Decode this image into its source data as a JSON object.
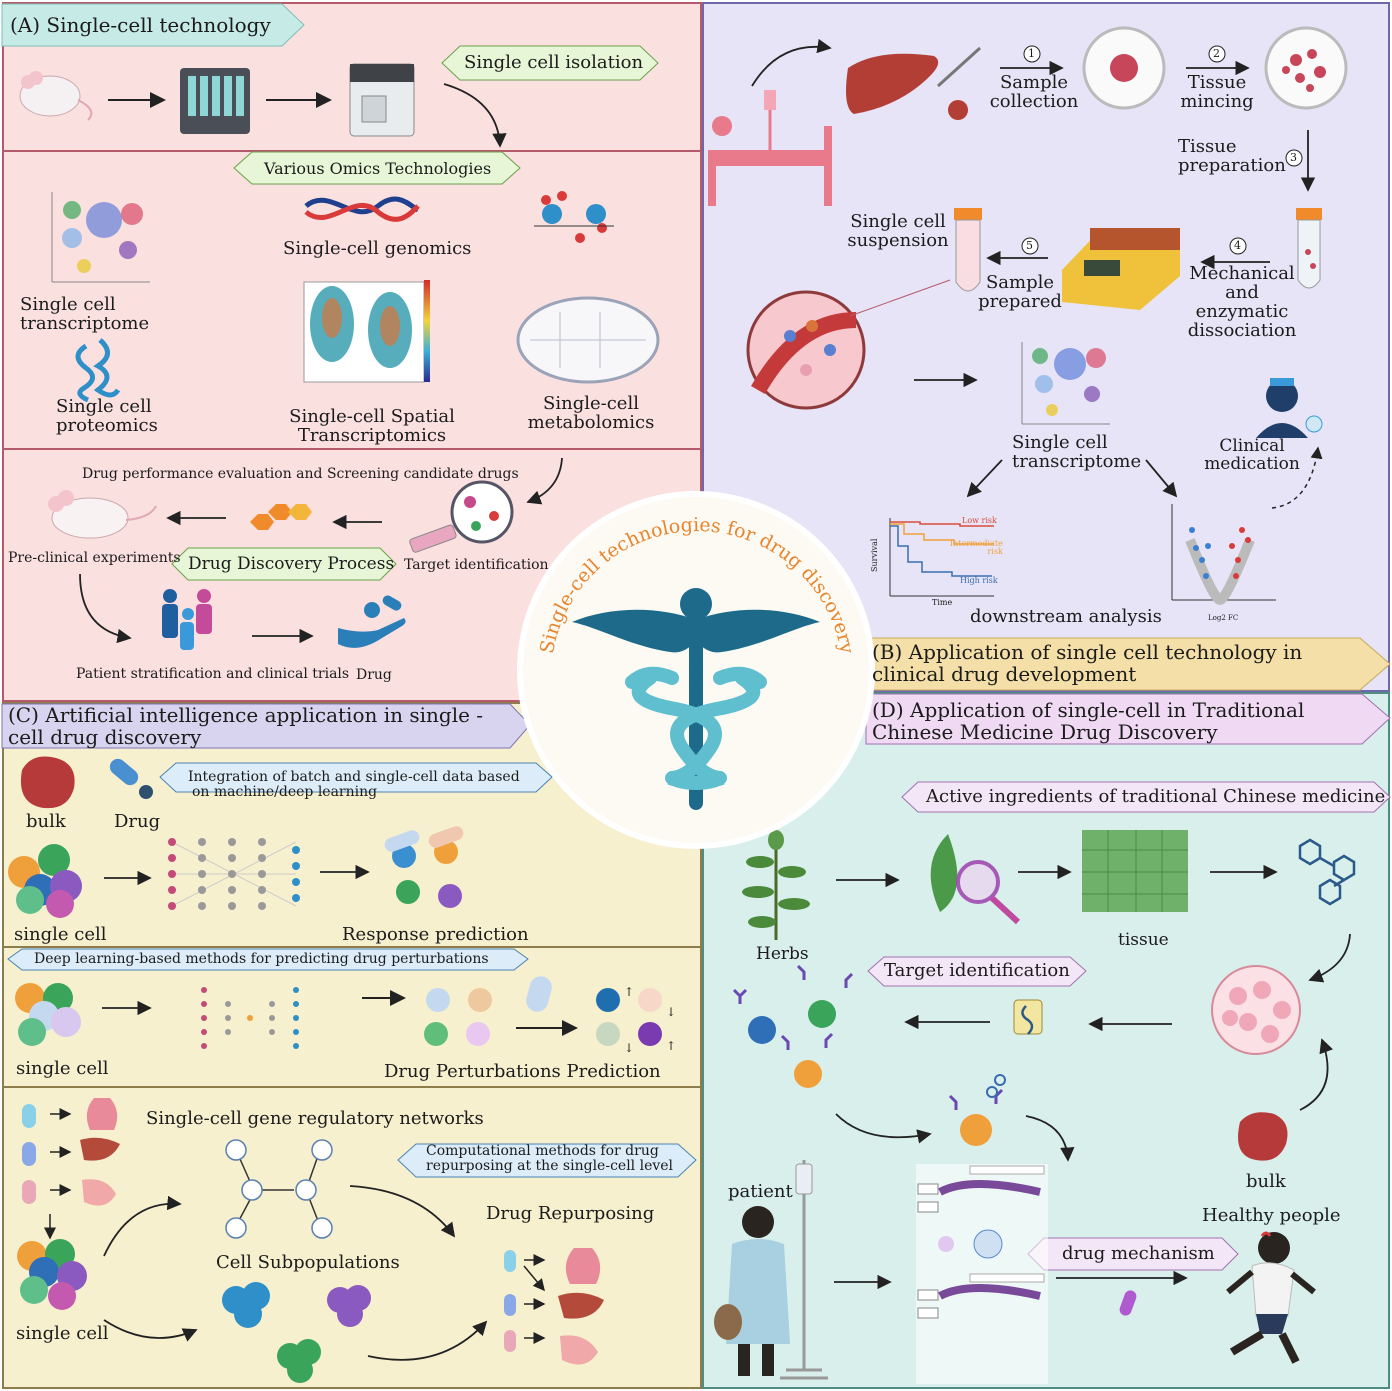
{
  "center": {
    "title": "Single-cell technologies for drug discovery"
  },
  "panel_a": {
    "header": "(A) Single-cell  technology",
    "isolation": "Single cell isolation",
    "omics": "Various Omics Technologies",
    "genomics": "Single-cell genomics",
    "transcriptome_1": "Single cell",
    "transcriptome_2": "transcriptome",
    "proteomics_1": "Single cell",
    "proteomics_2": "proteomics",
    "spatial_1": "Single-cell Spatial",
    "spatial_2": "Transcriptomics",
    "metabolomics_1": "Single-cell",
    "metabolomics_2": "metabolomics",
    "drug_eval": "Drug performance evaluation and Screening candidate drugs",
    "preclinical": "Pre-clinical experiments",
    "discovery": "Drug Discovery Process",
    "target": "Target identification",
    "stratification": "Patient stratification and clinical trials",
    "drug": "Drug"
  },
  "panel_b": {
    "header_1": "(B) Application of single cell technology in",
    "header_2": "clinical drug development",
    "step1_1": "Sample",
    "step1_2": "collection",
    "step2_1": "Tissue",
    "step2_2": "mincing",
    "step3_1": "Tissue",
    "step3_2": "preparation",
    "step4_1": "Mechanical",
    "step4_2": "and",
    "step4_3": "enzymatic",
    "step4_4": "dissociation",
    "step5_1": "Sample",
    "step5_2": "prepared",
    "suspension_1": "Single cell",
    "suspension_2": "suspension",
    "transcriptome_1": "Single cell",
    "transcriptome_2": "transcriptome",
    "clinical_1": "Clinical",
    "clinical_2": "medication",
    "downstream": "downstream analysis",
    "num1": "1",
    "num2": "2",
    "num3": "3",
    "num4": "4",
    "num5": "5",
    "survival_low": "Low risk",
    "survival_mid_1": "Intermediate",
    "survival_mid_2": "risk",
    "survival_high": "High risk",
    "survival_ylabel": "Survival",
    "survival_xlabel": "Time",
    "volcano_xlabel": "Log2 FC"
  },
  "panel_c": {
    "header_1": "(C) Artificial intelligence  application in single -",
    "header_2": "cell drug discovery",
    "bulk": "bulk",
    "drug": "Drug",
    "integration_1": "Integration of batch and single-cell data based",
    "integration_2": "on machine/deep learning",
    "single_cell_1": "single cell",
    "response": "Response prediction",
    "deep_learning": "Deep learning-based methods for predicting drug perturbations",
    "single_cell_2": "single cell",
    "perturbation": "Drug Perturbations Prediction",
    "grn": "Single-cell gene regulatory networks",
    "computational_1": "Computational methods for drug",
    "computational_2": "repurposing at the single-cell level",
    "repurposing": "Drug Repurposing",
    "subpopulations": "Cell Subpopulations",
    "single_cell_3": "single cell"
  },
  "panel_d": {
    "header_1": "(D) Application of single-cell  in Traditional",
    "header_2": "Chinese Medicine Drug Discovery",
    "active": "Active ingredients of traditional Chinese medicine",
    "herbs": "Herbs",
    "tissue": "tissue",
    "target": "Target identification",
    "bulk": "bulk",
    "healthy": "Healthy people",
    "patient": "patient",
    "mechanism": "drug  mechanism"
  },
  "colors": {
    "panel_a": "#fbe0e0",
    "panel_b": "#e6e4f6",
    "panel_c": "#f6f0cf",
    "panel_d": "#d9efec",
    "caduceus_dark": "#1d6a8a",
    "caduceus_light": "#5fbfcf",
    "center_title": "#e8852c"
  }
}
